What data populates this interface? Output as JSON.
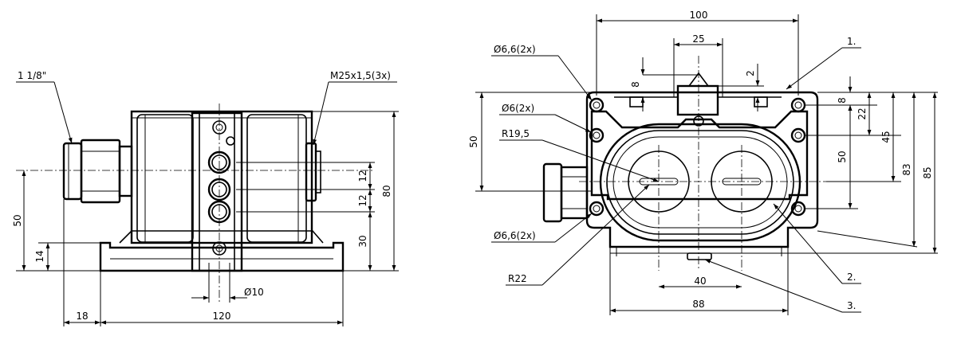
{
  "side_view": {
    "callouts": {
      "pipe": "1 1/8\"",
      "thread": "M25x1,5(3x)"
    },
    "dims": {
      "width_120": "120",
      "offset_18": "18",
      "height_50": "50",
      "height_14": "14",
      "pitch_12a": "12",
      "pitch_12b": "12",
      "height_80": "80",
      "height_30": "30",
      "dia_10": "Ø10"
    }
  },
  "front_view": {
    "dims": {
      "width_100": "100",
      "width_25": "25",
      "gap_8": "8",
      "gap_2": "2",
      "height_50_left": "50",
      "right_8": "8",
      "right_22": "22",
      "right_45": "45",
      "right_50": "50",
      "right_83": "83",
      "right_85": "85",
      "width_40": "40",
      "width_88": "88"
    },
    "callouts": {
      "hole_66_top": "Ø6,6(2x)",
      "hole_6": "Ø6(2x)",
      "radius_195": "R19,5",
      "hole_66_bottom": "Ø6,6(2x)",
      "radius_22": "R22"
    },
    "items": {
      "item1": "1.",
      "item2": "2.",
      "item3": "3."
    }
  }
}
